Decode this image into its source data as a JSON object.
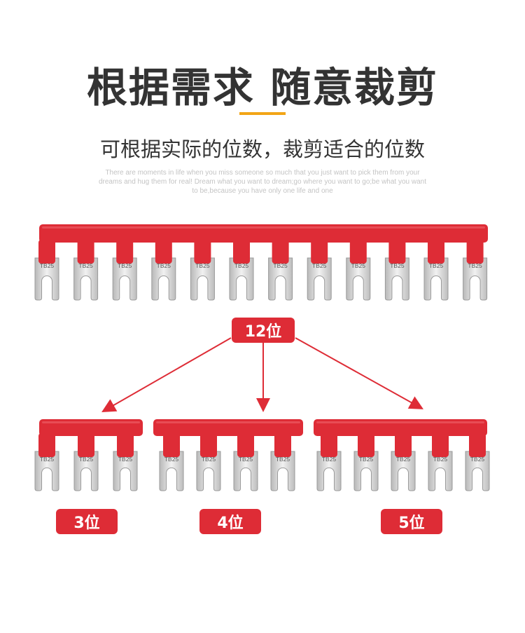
{
  "heading": {
    "title": "根据需求 随意裁剪",
    "subtitle": "可根据实际的位数，裁剪适合的位数",
    "english": "There are moments in life when you miss someone so much that you just want to pick them from your dreams and hug them for real! Dream what you want to dream;go where you want to go;be what you want to be,because you have only one life and one"
  },
  "colors": {
    "bar": "#de2c36",
    "accent": "#f2a516",
    "metal": "#d9d9d9"
  },
  "terminal_marking": "TB25",
  "bars": {
    "full": {
      "label": "12位"
    },
    "three": {
      "label": "3位"
    },
    "four": {
      "label": "4位"
    },
    "five": {
      "label": "5位"
    }
  }
}
